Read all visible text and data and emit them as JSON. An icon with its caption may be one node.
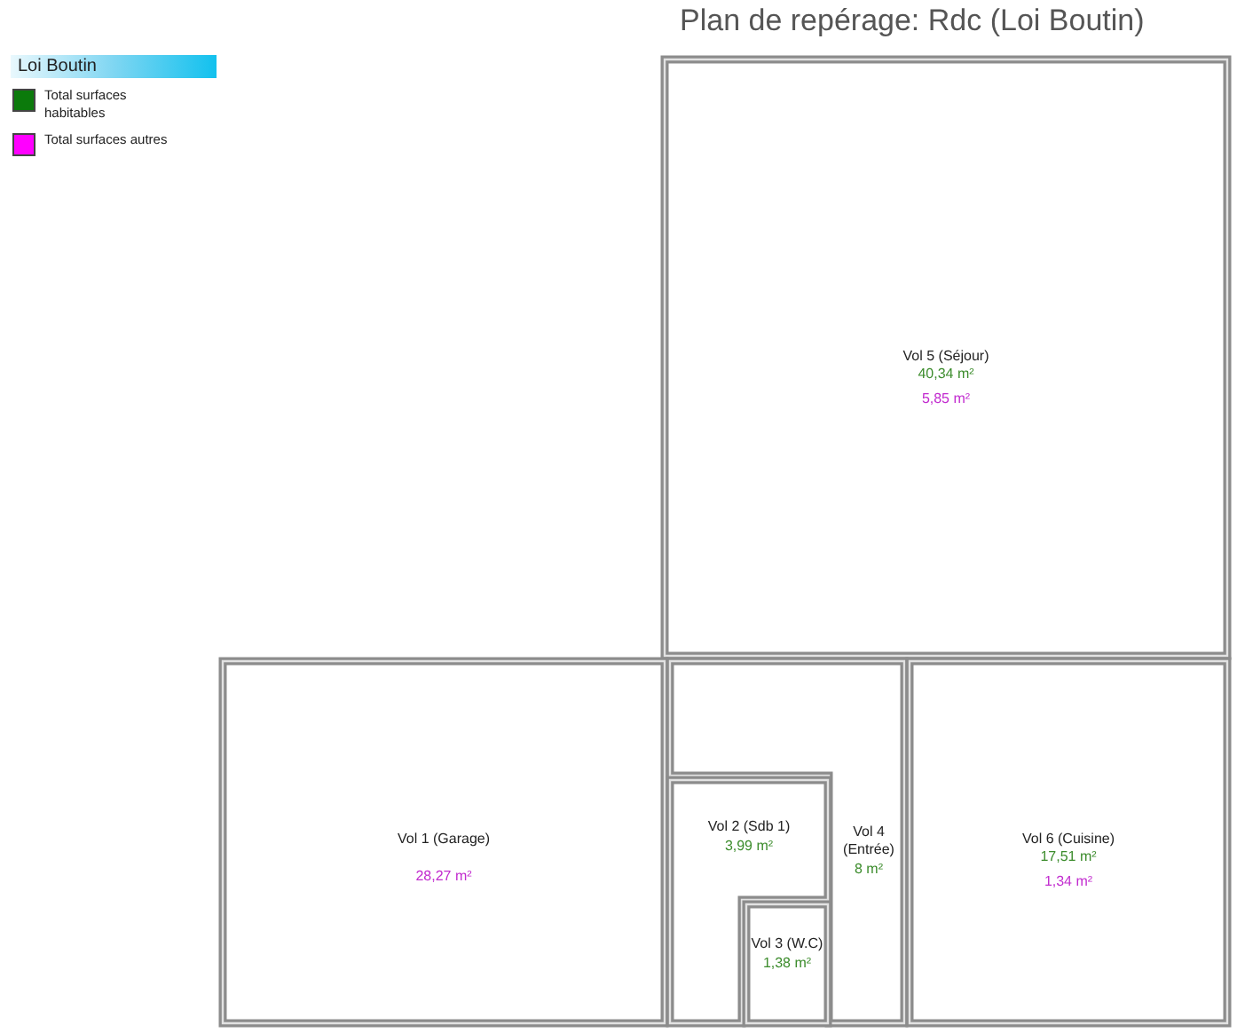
{
  "diagram": {
    "title": "Plan de repérage: Rdc (Loi Boutin)",
    "nodes": [
      {
        "text": [
          "Vol 5 (Séjour)",
          "40,34 m²",
          "5,85 m²"
        ]
      },
      {
        "text": [
          "Vol 1 (Garage)",
          "28,27 m²"
        ]
      },
      {
        "text": [
          "Vol 4 (Entrée)",
          "8 m²"
        ]
      },
      {
        "text": [
          "Vol 2 (Sdb 1)",
          "3,99 m²"
        ]
      },
      {
        "text": [
          "Vol 3 (W.C)",
          "1,38 m²"
        ]
      },
      {
        "text": [
          "Vol 6 (Cuisine)",
          "17,51 m²",
          "1,34 m²"
        ]
      }
    ],
    "labels": [
      "Loi Boutin"
    ],
    "legend": [
      {
        "text": "Total surfaces habitables",
        "color": "#0b7a0b"
      },
      {
        "text": "Total surfaces autres",
        "color": "#ff00ff"
      }
    ]
  }
}
